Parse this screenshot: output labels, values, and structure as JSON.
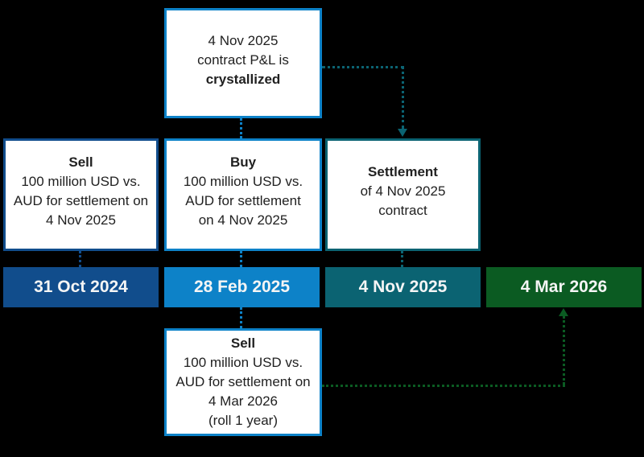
{
  "colors": {
    "background": "#000000",
    "dark_blue": "#114d8c",
    "bright_blue": "#0d82c8",
    "teal": "#0b6372",
    "green": "#0b5b22",
    "box_background": "#ffffff",
    "box_text": "#212121",
    "bar_text": "#f5f5f5"
  },
  "boxes": {
    "crystallized": {
      "line1": "4 Nov 2025",
      "line2": "contract P&L is",
      "line3_bold": "crystallized"
    },
    "sell_nov2025": {
      "title": "Sell",
      "line1": "100 million USD vs.",
      "line2": "AUD for settlement on",
      "line3": "4 Nov 2025"
    },
    "buy_nov2025": {
      "title": "Buy",
      "line1": "100 million USD vs.",
      "line2": "AUD for settlement",
      "line3": "on 4 Nov 2025"
    },
    "settlement": {
      "title": "Settlement",
      "line1": "of 4 Nov 2025",
      "line2": "contract"
    },
    "sell_mar2026": {
      "title": "Sell",
      "line1": "100 million USD vs.",
      "line2": "AUD for settlement on",
      "line3": "4 Mar 2026",
      "line4": "(roll 1 year)"
    }
  },
  "timeline": {
    "dates": [
      {
        "label": "31 Oct 2024",
        "color": "#114d8c"
      },
      {
        "label": "28 Feb 2025",
        "color": "#0d82c8"
      },
      {
        "label": "4 Nov 2025",
        "color": "#0b6372"
      },
      {
        "label": "4 Mar 2026",
        "color": "#0b5b22"
      }
    ]
  }
}
